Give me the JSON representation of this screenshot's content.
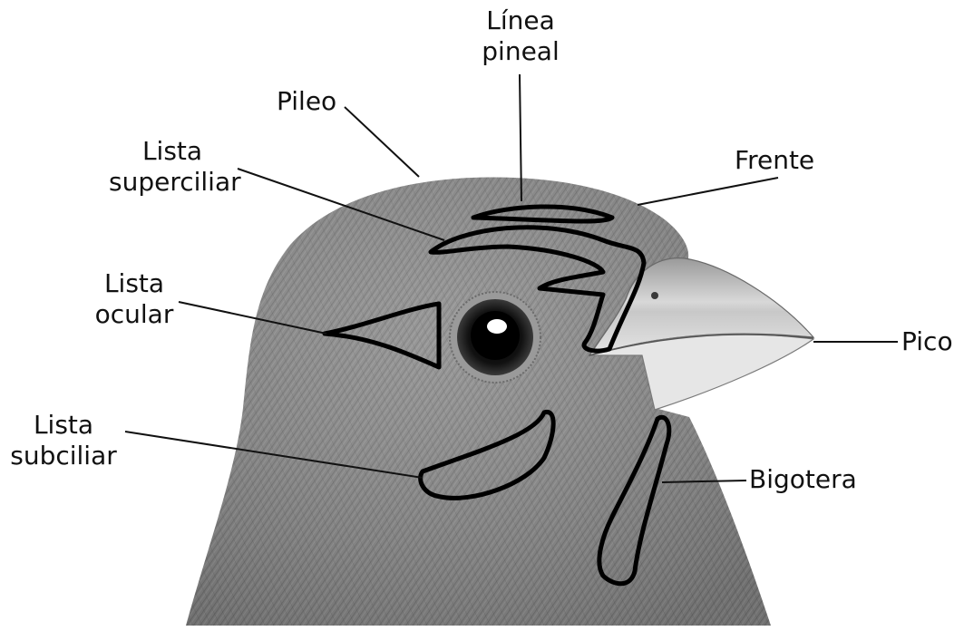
{
  "diagram": {
    "labels": {
      "linea_pineal": {
        "line1": "Línea",
        "line2": "pineal"
      },
      "pileo": "Pileo",
      "lista_superciliar": {
        "line1": "Lista",
        "line2": "superciliar"
      },
      "frente": "Frente",
      "lista_ocular": {
        "line1": "Lista",
        "line2": "ocular"
      },
      "pico": "Pico",
      "lista_subciliar": {
        "line1": "Lista",
        "line2": "subciliar"
      },
      "bigotera": "Bigotera"
    }
  }
}
